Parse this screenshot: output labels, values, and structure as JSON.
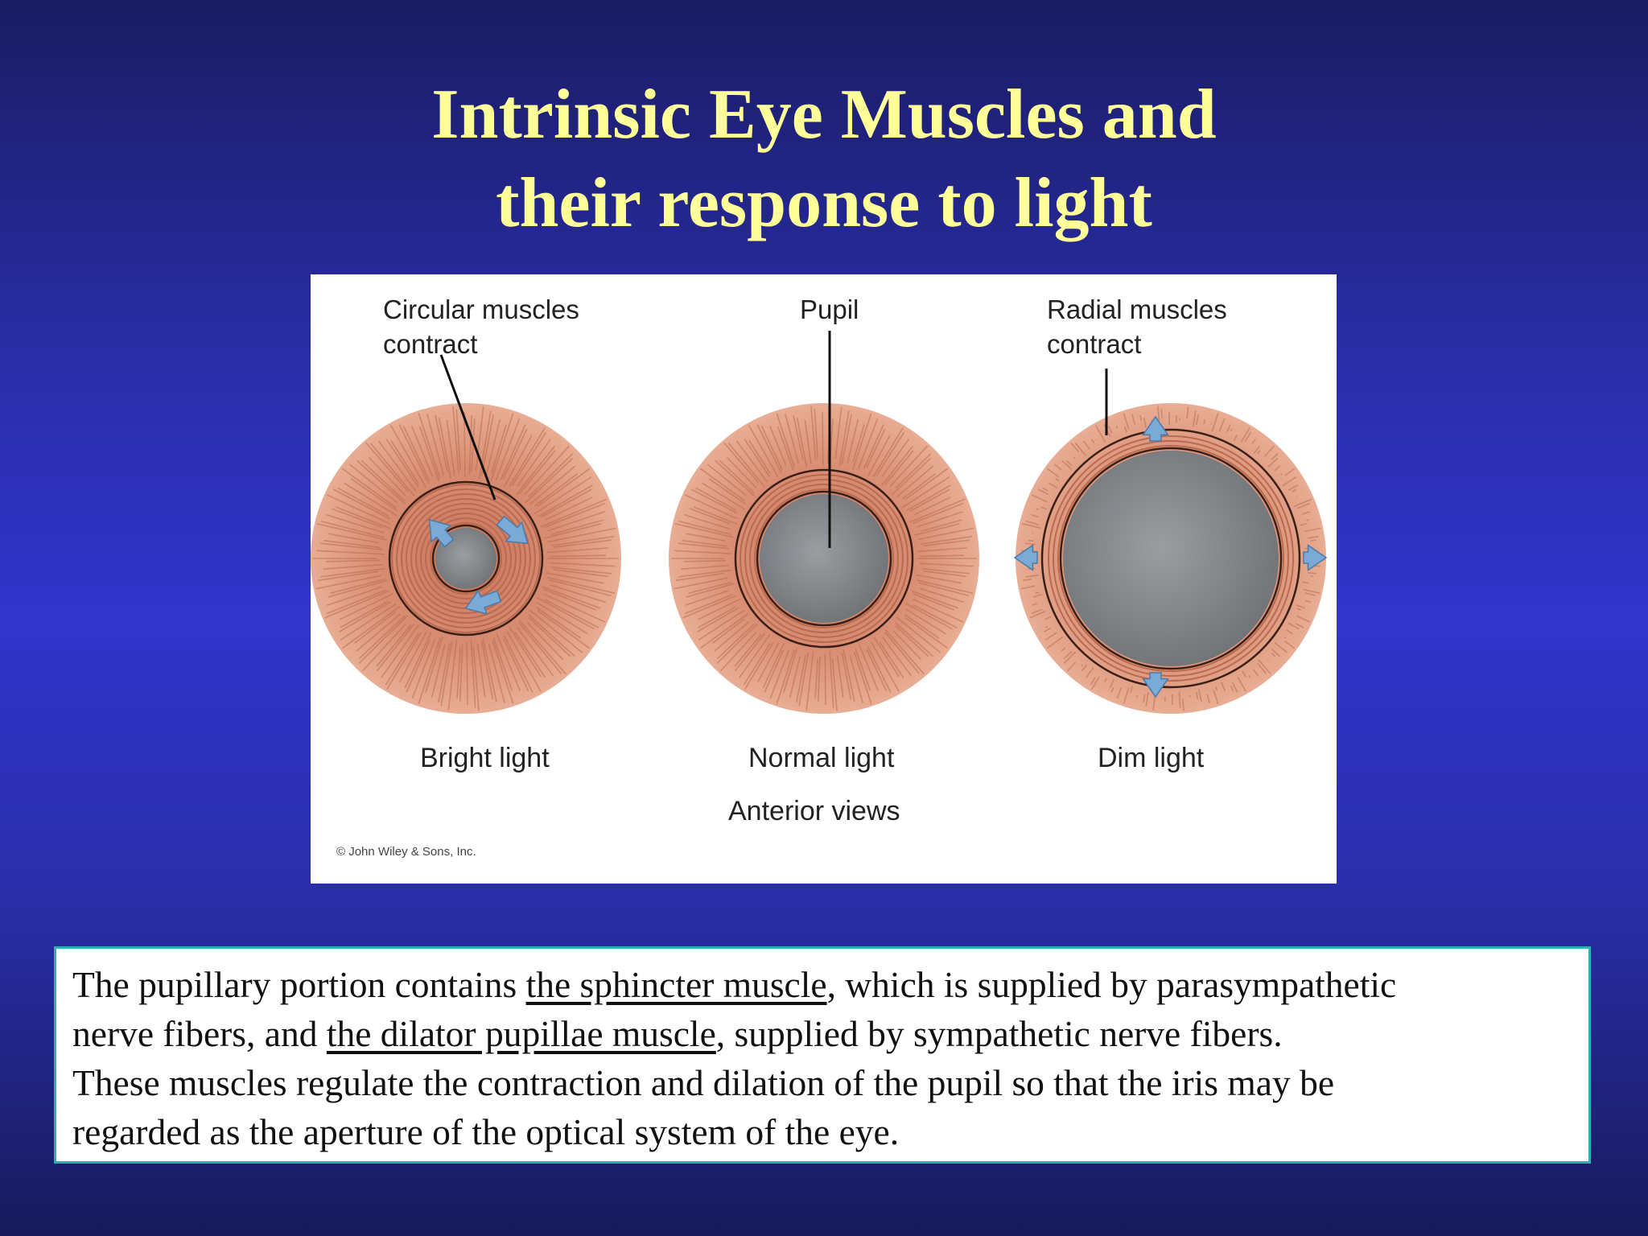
{
  "slide": {
    "title_line1": "Intrinsic Eye Muscles and",
    "title_line2": "their response to light"
  },
  "figure": {
    "labels": {
      "circular_line1": "Circular muscles",
      "circular_line2": "contract",
      "pupil": "Pupil",
      "radial_line1": "Radial muscles",
      "radial_line2": "contract"
    },
    "captions": {
      "bright": "Bright light",
      "normal": "Normal light",
      "dim": "Dim light",
      "views": "Anterior views"
    },
    "copyright": "© John Wiley & Sons, Inc.",
    "colors": {
      "muscle": "#d98f74",
      "muscle_dark": "#b96a50",
      "pupil": "#8a8d91",
      "arrow": "#7aaad6"
    }
  },
  "text_box": {
    "line1_before": "The pupillary portion contains ",
    "line1_underlined": "the sphincter muscle",
    "line1_after": ", which is supplied by parasympathetic",
    "line2_before": "nerve fibers, and ",
    "line2_underlined": "the dilator pupillae muscle",
    "line2_after": ", supplied by sympathetic nerve fibers.",
    "line3": "These muscles regulate the contraction and dilation of the pupil so that the iris may be",
    "line4": "regarded as the aperture of the optical system of the eye."
  }
}
